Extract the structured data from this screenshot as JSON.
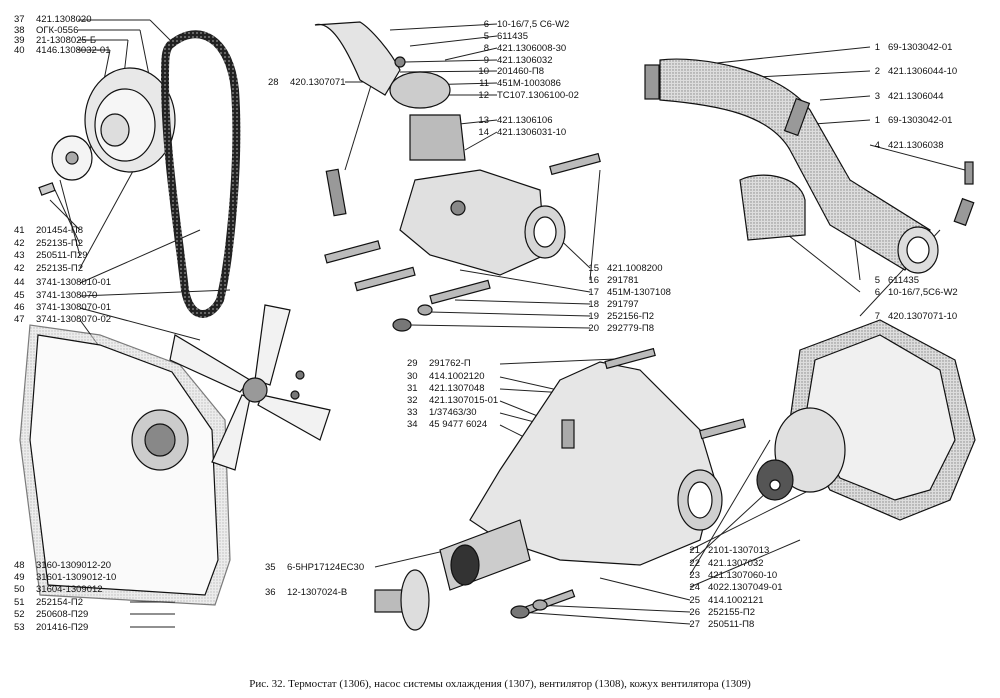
{
  "caption": "Рис. 32. Термостат (1306), насос системы охлаждения (1307), вентилятор (1308), кожух вентилятора (1309)",
  "labels": {
    "l37": {
      "n": "37",
      "code": "421.1308020"
    },
    "l38": {
      "n": "38",
      "code": "ОГК-0556"
    },
    "l39": {
      "n": "39",
      "code": "21-1308025-Б"
    },
    "l40": {
      "n": "40",
      "code": "4146.1308032-01"
    },
    "l28": {
      "n": "28",
      "code": "420.1307071"
    },
    "l41": {
      "n": "41",
      "code": "201454-П8"
    },
    "l42": {
      "n": "42",
      "code": "252135-П2"
    },
    "l43": {
      "n": "43",
      "code": "250511-П29"
    },
    "l42b": {
      "n": "42",
      "code": "252135-П2"
    },
    "l44": {
      "n": "44",
      "code": "3741-1308010-01"
    },
    "l45": {
      "n": "45",
      "code": "3741-1308070"
    },
    "l46": {
      "n": "46",
      "code": "3741-1308070-01"
    },
    "l47": {
      "n": "47",
      "code": "3741-1308070-02"
    },
    "l48": {
      "n": "48",
      "code": "3160-1309012-20"
    },
    "l49": {
      "n": "49",
      "code": "31601-1309012-10"
    },
    "l50": {
      "n": "50",
      "code": "31604-1309012"
    },
    "l51": {
      "n": "51",
      "code": "252154-П2"
    },
    "l52": {
      "n": "52",
      "code": "250608-П29"
    },
    "l53": {
      "n": "53",
      "code": "201416-П29"
    },
    "l6": {
      "n": "6",
      "code": "10-16/7,5 С6-W2"
    },
    "l5": {
      "n": "5",
      "code": "611435"
    },
    "l8": {
      "n": "8",
      "code": "421.1306008-30"
    },
    "l9": {
      "n": "9",
      "code": "421.1306032"
    },
    "l10": {
      "n": "10",
      "code": "201460-П8"
    },
    "l11": {
      "n": "11",
      "code": "451М-1003086"
    },
    "l12": {
      "n": "12",
      "code": "ТС107.1306100-02"
    },
    "l13": {
      "n": "13",
      "code": "421.1306106"
    },
    "l14": {
      "n": "14",
      "code": "421.1306031-10"
    },
    "l15": {
      "n": "15",
      "code": "421.1008200"
    },
    "l16": {
      "n": "16",
      "code": "291781"
    },
    "l17": {
      "n": "17",
      "code": "451М-1307108"
    },
    "l18": {
      "n": "18",
      "code": "291797"
    },
    "l19": {
      "n": "19",
      "code": "252156-П2"
    },
    "l20": {
      "n": "20",
      "code": "292779-П8"
    },
    "l29": {
      "n": "29",
      "code": "291762-П"
    },
    "l30": {
      "n": "30",
      "code": "414.1002120"
    },
    "l31": {
      "n": "31",
      "code": "421.1307048"
    },
    "l32": {
      "n": "32",
      "code": "421.1307015-01"
    },
    "l33": {
      "n": "33",
      "code": "1/37463/30"
    },
    "l34": {
      "n": "34",
      "code": "45 9477 6024"
    },
    "l35": {
      "n": "35",
      "code": "6-5НР17124ЕС30"
    },
    "l36": {
      "n": "36",
      "code": "12-1307024-В"
    },
    "r1": {
      "n": "1",
      "code": "69-1303042-01"
    },
    "r2": {
      "n": "2",
      "code": "421.1306044-10"
    },
    "r3": {
      "n": "3",
      "code": "421.1306044"
    },
    "r1b": {
      "n": "1",
      "code": "69-1303042-01"
    },
    "r4": {
      "n": "4",
      "code": "421.1306038"
    },
    "r5": {
      "n": "5",
      "code": "611435"
    },
    "r6": {
      "n": "6",
      "code": "10-16/7,5С6-W2"
    },
    "r7": {
      "n": "7",
      "code": "420.1307071-10"
    },
    "l21": {
      "n": "21",
      "code": "2101-1307013"
    },
    "l22": {
      "n": "22",
      "code": "421.1307032"
    },
    "l23": {
      "n": "23",
      "code": "421.1307060-10"
    },
    "l24": {
      "n": "24",
      "code": "4022.1307049-01"
    },
    "l25": {
      "n": "25",
      "code": "414.1002121"
    },
    "l26": {
      "n": "26",
      "code": "252155-П2"
    },
    "l27": {
      "n": "27",
      "code": "250511-П8"
    }
  }
}
